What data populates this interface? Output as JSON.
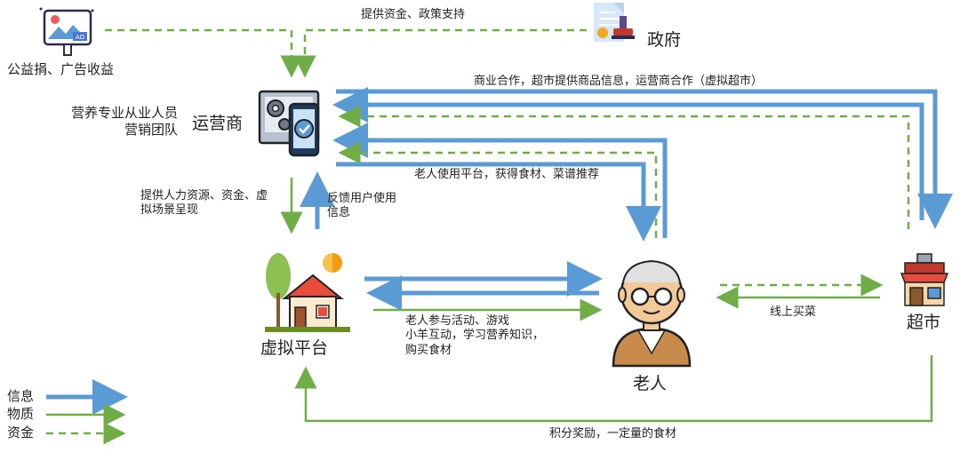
{
  "nodes": {
    "donation": {
      "label": "公益捐、广告收益"
    },
    "government": {
      "label": "政府"
    },
    "operator": {
      "label": "运营商",
      "side_label": "营养专业从业人员\n营销团队"
    },
    "platform": {
      "label": "虚拟平台"
    },
    "elderly": {
      "label": "老人"
    },
    "supermarket": {
      "label": "超市"
    }
  },
  "edges": {
    "funding_policy": "提供资金、政策支持",
    "business_coop": "商业合作，超市提供商品信息，运营商合作（虚拟超市）",
    "elderly_use": "老人使用平台，获得食材、菜谱推荐",
    "provide_resources": "提供人力资源、资金、虚\n拟场景呈现",
    "feedback": "反馈用户使用\n信息",
    "elderly_activities": "老人参与活动、游戏\n小羊互动，学习营养知识，\n购买食材",
    "online_buy": "线上买菜",
    "points_reward": "积分奖励，一定量的食材"
  },
  "legend": {
    "info": "信息",
    "material": "物质",
    "funds": "资金"
  },
  "colors": {
    "info": "#5b9bd5",
    "material": "#70ad47",
    "funds": "#70ad47"
  }
}
